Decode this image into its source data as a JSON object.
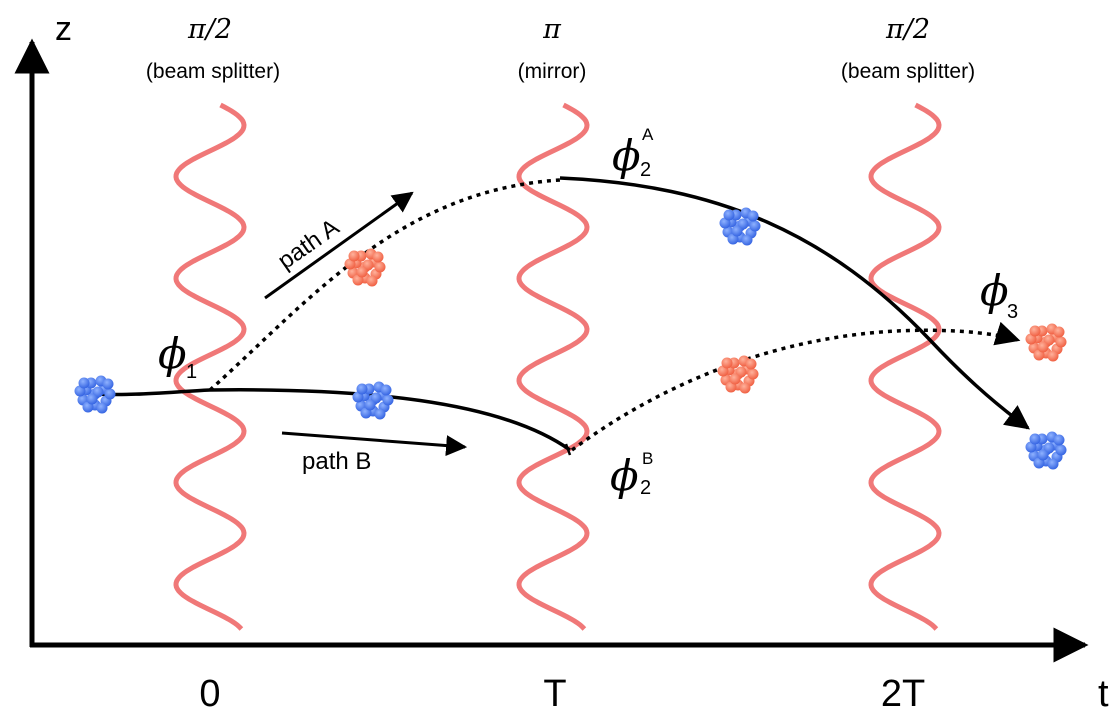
{
  "axes": {
    "y_label": "z",
    "x_label": "t",
    "ticks": [
      "0",
      "T",
      "2T"
    ]
  },
  "pulses": [
    {
      "phase": "π/2",
      "role": "(beam splitter)"
    },
    {
      "phase": "π",
      "role": "(mirror)"
    },
    {
      "phase": "π/2",
      "role": "(beam splitter)"
    }
  ],
  "paths": {
    "a_label": "path A",
    "b_label": "path B"
  },
  "phases": {
    "phi1": {
      "symbol": "ϕ",
      "sub": "1",
      "sup": ""
    },
    "phi2A": {
      "symbol": "ϕ",
      "sub": "2",
      "sup": "A"
    },
    "phi2B": {
      "symbol": "ϕ",
      "sub": "2",
      "sup": "B"
    },
    "phi3": {
      "symbol": "ϕ",
      "sub": "3",
      "sup": ""
    }
  },
  "colors": {
    "laser": "#f07878",
    "atom_blue": "#3a6ee8",
    "atom_red": "#f0674a",
    "ink": "#000000"
  }
}
